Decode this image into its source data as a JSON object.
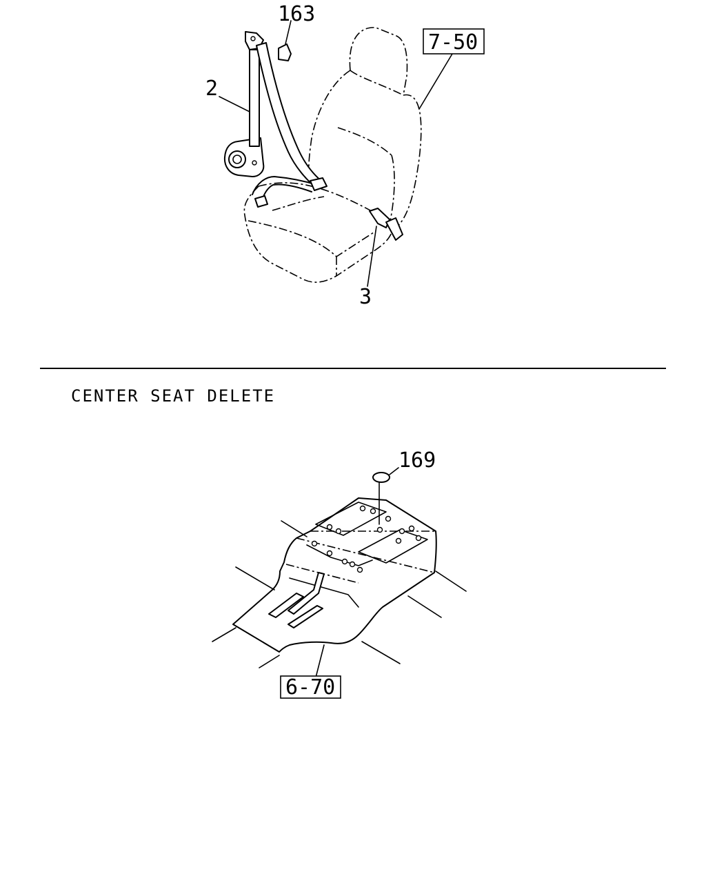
{
  "callouts": {
    "c163": "163",
    "c2": "2",
    "c750": "7-50",
    "c3": "3",
    "c169": "169",
    "c670": "6-70"
  },
  "section_caption": "CENTER SEAT DELETE"
}
